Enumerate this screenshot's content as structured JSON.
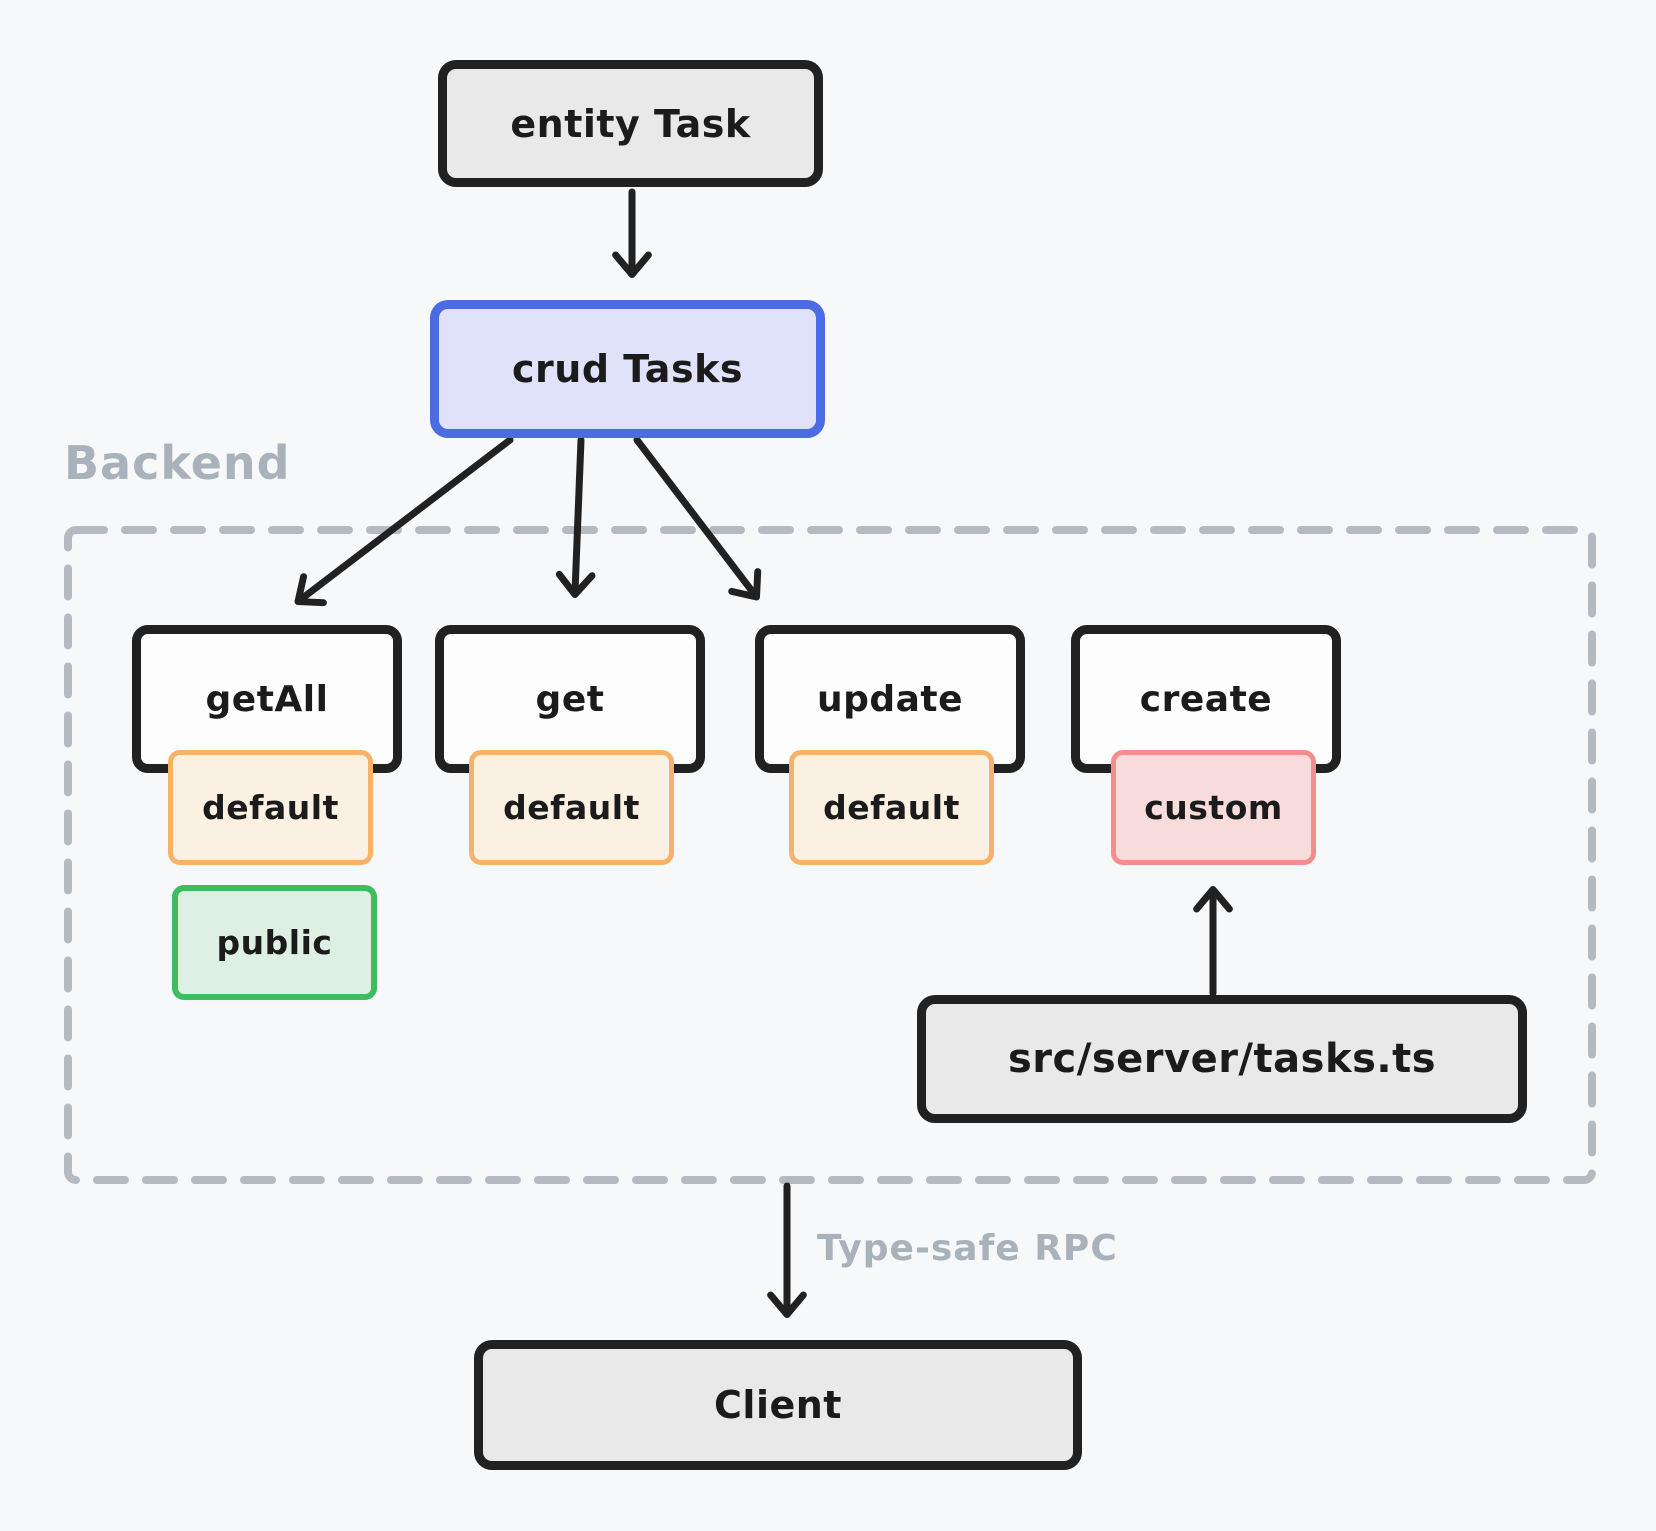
{
  "colors": {
    "background": "#f7f8fa",
    "node_border": "#212121",
    "node_fill_gray": "#e9e9e9",
    "node_fill_white": "#fdfdfe",
    "crud_border": "#4a6be2",
    "crud_fill": "#dfe2f8",
    "default_border": "#f7b269",
    "default_fill": "#fbf1e3",
    "custom_border": "#f48d8d",
    "custom_fill": "#f8dcdc",
    "public_border": "#3dbd5e",
    "public_fill": "#def0e4",
    "muted_label": "#a9b1ba",
    "container_dash": "#b4bac0"
  },
  "nodes": {
    "entity": {
      "label": "entity Task"
    },
    "crud": {
      "label": "crud Tasks"
    },
    "server_file": {
      "label": "src/server/tasks.ts"
    },
    "client": {
      "label": "Client"
    }
  },
  "backend": {
    "label": "Backend"
  },
  "rpc": {
    "label": "Type-safe RPC"
  },
  "operations": [
    {
      "label": "getAll",
      "impl": "default",
      "access": "public"
    },
    {
      "label": "get",
      "impl": "default"
    },
    {
      "label": "update",
      "impl": "default"
    },
    {
      "label": "create",
      "impl": "custom"
    }
  ]
}
